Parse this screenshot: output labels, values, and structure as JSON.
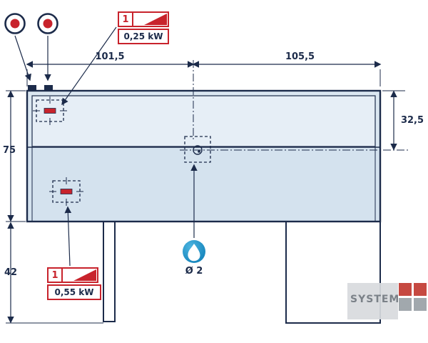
{
  "colors": {
    "line": "#1c2b4a",
    "red": "#c8232c",
    "body": "#dbe7f1",
    "body_dark": "#d4e2ee",
    "panel": "#e6eef6",
    "water_blue": "#1390cb"
  },
  "dimensions": {
    "top_left": "101,5",
    "top_right": "105,5",
    "left_height": "75",
    "right_depth": "32,5",
    "leg_height": "42"
  },
  "electrical": {
    "top": {
      "index": "1",
      "power": "0,25 kW"
    },
    "bottom": {
      "index": "1",
      "power": "0,55 kW"
    }
  },
  "water": {
    "diameter": "Ø 2"
  },
  "watermark": {
    "text": "SYSTEM"
  }
}
